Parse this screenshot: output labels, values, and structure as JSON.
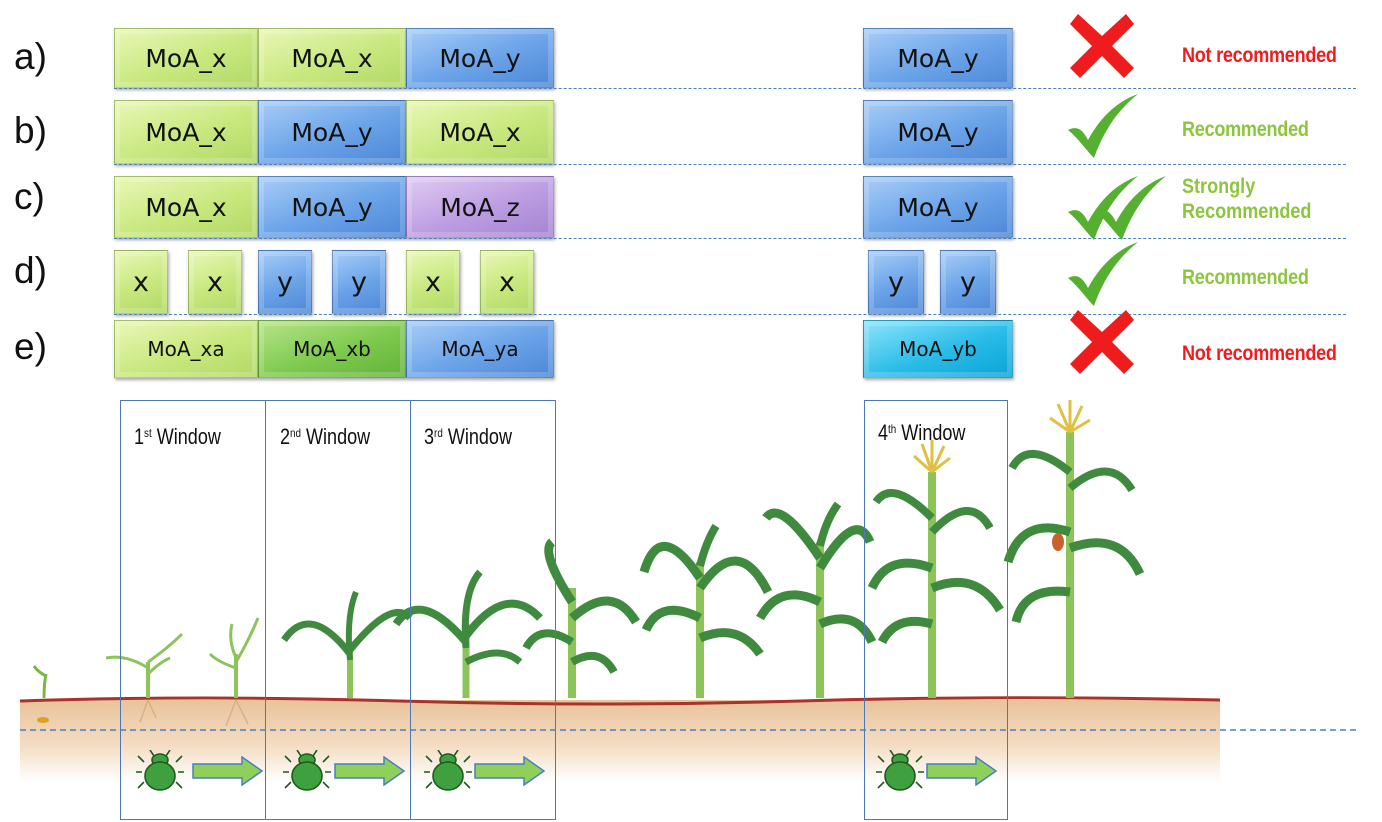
{
  "rows": [
    {
      "label": "a)",
      "boxes": [
        "MoA_x",
        "MoA_x",
        "MoA_y"
      ],
      "late": "MoA_y",
      "status": "Not recommended"
    },
    {
      "label": "b)",
      "boxes": [
        "MoA_x",
        "MoA_y",
        "MoA_x"
      ],
      "late": "MoA_y",
      "status": "Recommended"
    },
    {
      "label": "c)",
      "boxes": [
        "MoA_x",
        "MoA_y",
        "MoA_z"
      ],
      "late": "MoA_y",
      "status_line1": "Strongly",
      "status_line2": "Recommended"
    },
    {
      "label": "d)",
      "boxes": [
        "x",
        "x",
        "y",
        "y",
        "x",
        "x"
      ],
      "late": [
        "y",
        "y"
      ],
      "status": "Recommended"
    },
    {
      "label": "e)",
      "boxes": [
        "MoA_xa",
        "MoA_xb",
        "MoA_ya"
      ],
      "late": "MoA_yb",
      "status": "Not recommended"
    }
  ],
  "windows": [
    {
      "num": "1",
      "sup": "st",
      "word": "Window"
    },
    {
      "num": "2",
      "sup": "nd",
      "word": "Window"
    },
    {
      "num": "3",
      "sup": "rd",
      "word": "Window"
    },
    {
      "num": "4",
      "sup": "th",
      "word": "Window"
    }
  ],
  "icons": {
    "reject": "red-x-icon",
    "accept": "green-check-icon",
    "double": "double-check-icon",
    "pest": "beetle-icon",
    "arrow": "right-arrow-icon"
  },
  "colors": {
    "x_box": "#c8e87e",
    "y_box": "#6aa3e8",
    "z_box": "#bc9ce2",
    "xb_box": "#7ec94e",
    "yb_box": "#29bce8",
    "red": "#ee1c1c",
    "green": "#8cc63f",
    "window_border": "#4a78b8"
  }
}
